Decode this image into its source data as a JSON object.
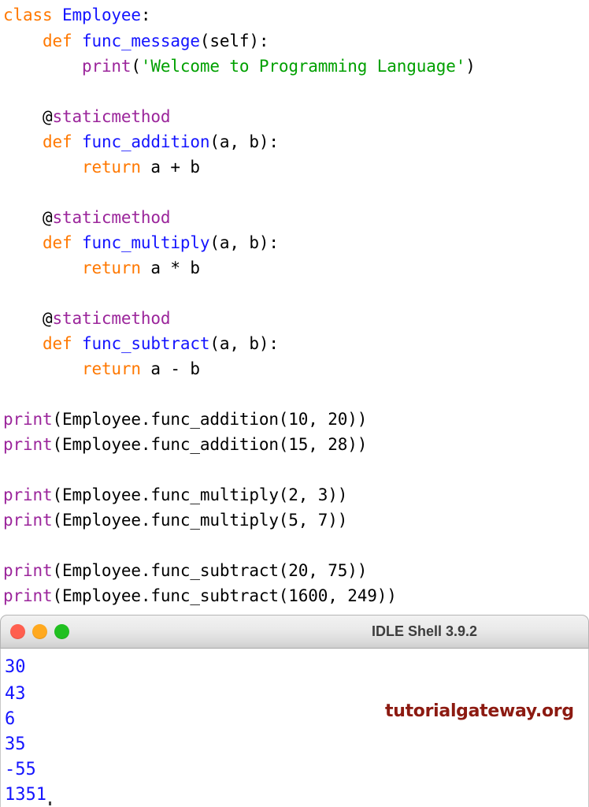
{
  "editor": {
    "language": "python",
    "lines": [
      {
        "tokens": [
          {
            "t": "class",
            "c": "kw"
          },
          {
            "t": " ",
            "c": "plain"
          },
          {
            "t": "Employee",
            "c": "cls"
          },
          {
            "t": ":",
            "c": "plain"
          }
        ]
      },
      {
        "tokens": [
          {
            "t": "    ",
            "c": "plain"
          },
          {
            "t": "def",
            "c": "kw"
          },
          {
            "t": " ",
            "c": "plain"
          },
          {
            "t": "func_message",
            "c": "def"
          },
          {
            "t": "(self):",
            "c": "plain"
          }
        ]
      },
      {
        "tokens": [
          {
            "t": "        ",
            "c": "plain"
          },
          {
            "t": "print",
            "c": "builtin"
          },
          {
            "t": "(",
            "c": "plain"
          },
          {
            "t": "'Welcome to Programming Language'",
            "c": "str"
          },
          {
            "t": ")",
            "c": "plain"
          }
        ]
      },
      {
        "tokens": []
      },
      {
        "tokens": [
          {
            "t": "    @",
            "c": "plain"
          },
          {
            "t": "staticmethod",
            "c": "deco"
          }
        ]
      },
      {
        "tokens": [
          {
            "t": "    ",
            "c": "plain"
          },
          {
            "t": "def",
            "c": "kw"
          },
          {
            "t": " ",
            "c": "plain"
          },
          {
            "t": "func_addition",
            "c": "def"
          },
          {
            "t": "(a, b):",
            "c": "plain"
          }
        ]
      },
      {
        "tokens": [
          {
            "t": "        ",
            "c": "plain"
          },
          {
            "t": "return",
            "c": "kw"
          },
          {
            "t": " a + b",
            "c": "plain"
          }
        ]
      },
      {
        "tokens": []
      },
      {
        "tokens": [
          {
            "t": "    @",
            "c": "plain"
          },
          {
            "t": "staticmethod",
            "c": "deco"
          }
        ]
      },
      {
        "tokens": [
          {
            "t": "    ",
            "c": "plain"
          },
          {
            "t": "def",
            "c": "kw"
          },
          {
            "t": " ",
            "c": "plain"
          },
          {
            "t": "func_multiply",
            "c": "def"
          },
          {
            "t": "(a, b):",
            "c": "plain"
          }
        ]
      },
      {
        "tokens": [
          {
            "t": "        ",
            "c": "plain"
          },
          {
            "t": "return",
            "c": "kw"
          },
          {
            "t": " a * b",
            "c": "plain"
          }
        ]
      },
      {
        "tokens": []
      },
      {
        "tokens": [
          {
            "t": "    @",
            "c": "plain"
          },
          {
            "t": "staticmethod",
            "c": "deco"
          }
        ]
      },
      {
        "tokens": [
          {
            "t": "    ",
            "c": "plain"
          },
          {
            "t": "def",
            "c": "kw"
          },
          {
            "t": " ",
            "c": "plain"
          },
          {
            "t": "func_subtract",
            "c": "def"
          },
          {
            "t": "(a, b):",
            "c": "plain"
          }
        ]
      },
      {
        "tokens": [
          {
            "t": "        ",
            "c": "plain"
          },
          {
            "t": "return",
            "c": "kw"
          },
          {
            "t": " a - b",
            "c": "plain"
          }
        ]
      },
      {
        "tokens": []
      },
      {
        "tokens": [
          {
            "t": "print",
            "c": "builtin"
          },
          {
            "t": "(Employee.func_addition(10, 20))",
            "c": "plain"
          }
        ]
      },
      {
        "tokens": [
          {
            "t": "print",
            "c": "builtin"
          },
          {
            "t": "(Employee.func_addition(15, 28))",
            "c": "plain"
          }
        ]
      },
      {
        "tokens": []
      },
      {
        "tokens": [
          {
            "t": "print",
            "c": "builtin"
          },
          {
            "t": "(Employee.func_multiply(2, 3))",
            "c": "plain"
          }
        ]
      },
      {
        "tokens": [
          {
            "t": "print",
            "c": "builtin"
          },
          {
            "t": "(Employee.func_multiply(5, 7))",
            "c": "plain"
          }
        ]
      },
      {
        "tokens": []
      },
      {
        "tokens": [
          {
            "t": "print",
            "c": "builtin"
          },
          {
            "t": "(Employee.func_subtract(20, 75))",
            "c": "plain"
          }
        ]
      },
      {
        "tokens": [
          {
            "t": "print",
            "c": "builtin"
          },
          {
            "t": "(Employee.func_subtract(1600, 249))",
            "c": "plain"
          }
        ]
      }
    ],
    "plain_text": "class Employee:\n    def func_message(self):\n        print('Welcome to Programming Language')\n\n    @staticmethod\n    def func_addition(a, b):\n        return a + b\n\n    @staticmethod\n    def func_multiply(a, b):\n        return a * b\n\n    @staticmethod\n    def func_subtract(a, b):\n        return a - b\n\nprint(Employee.func_addition(10, 20))\nprint(Employee.func_addition(15, 28))\n\nprint(Employee.func_multiply(2, 3))\nprint(Employee.func_multiply(5, 7))\n\nprint(Employee.func_subtract(20, 75))\nprint(Employee.func_subtract(1600, 249))"
  },
  "syntax_colors": {
    "keyword": "#ff7800",
    "class_name": "#1414ff",
    "function_name": "#1414ff",
    "string": "#00a000",
    "builtin": "#9b259b",
    "decorator": "#9b259b",
    "plain": "#000000",
    "output": "#1414ff"
  },
  "shell": {
    "title": "IDLE Shell 3.9.2",
    "traffic_lights": [
      {
        "name": "close-button",
        "label": "Close",
        "color": "#ff5f4f"
      },
      {
        "name": "minimize-button",
        "label": "Minimize",
        "color": "#ffa91f"
      },
      {
        "name": "maximize-button",
        "label": "Maximize",
        "color": "#20c020"
      }
    ],
    "output_lines": [
      "30",
      "43",
      "6",
      "35",
      "-55",
      "1351"
    ]
  },
  "watermark": {
    "text": "tutorialgateway.org",
    "color": "#8c1a11"
  }
}
